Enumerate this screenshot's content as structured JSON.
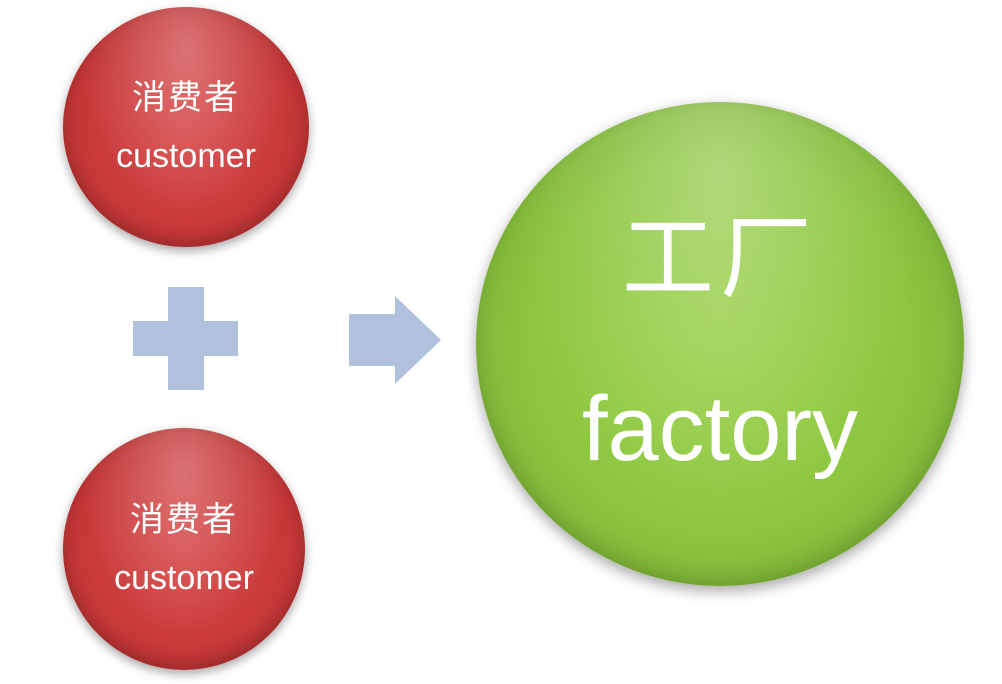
{
  "diagram": {
    "consumer_top": {
      "label_cn": "消费者",
      "label_en": "customer",
      "color": "#c93a3a"
    },
    "consumer_bottom": {
      "label_cn": "消费者",
      "label_en": "customer",
      "color": "#c93a3a"
    },
    "factory": {
      "label_cn": "工厂",
      "label_en": "factory",
      "color": "#8cc63f"
    },
    "plus_symbol": {
      "icon": "plus-icon",
      "color": "#b0c0dd"
    },
    "arrow": {
      "icon": "arrow-right-icon",
      "color": "#b0c0dd"
    }
  }
}
